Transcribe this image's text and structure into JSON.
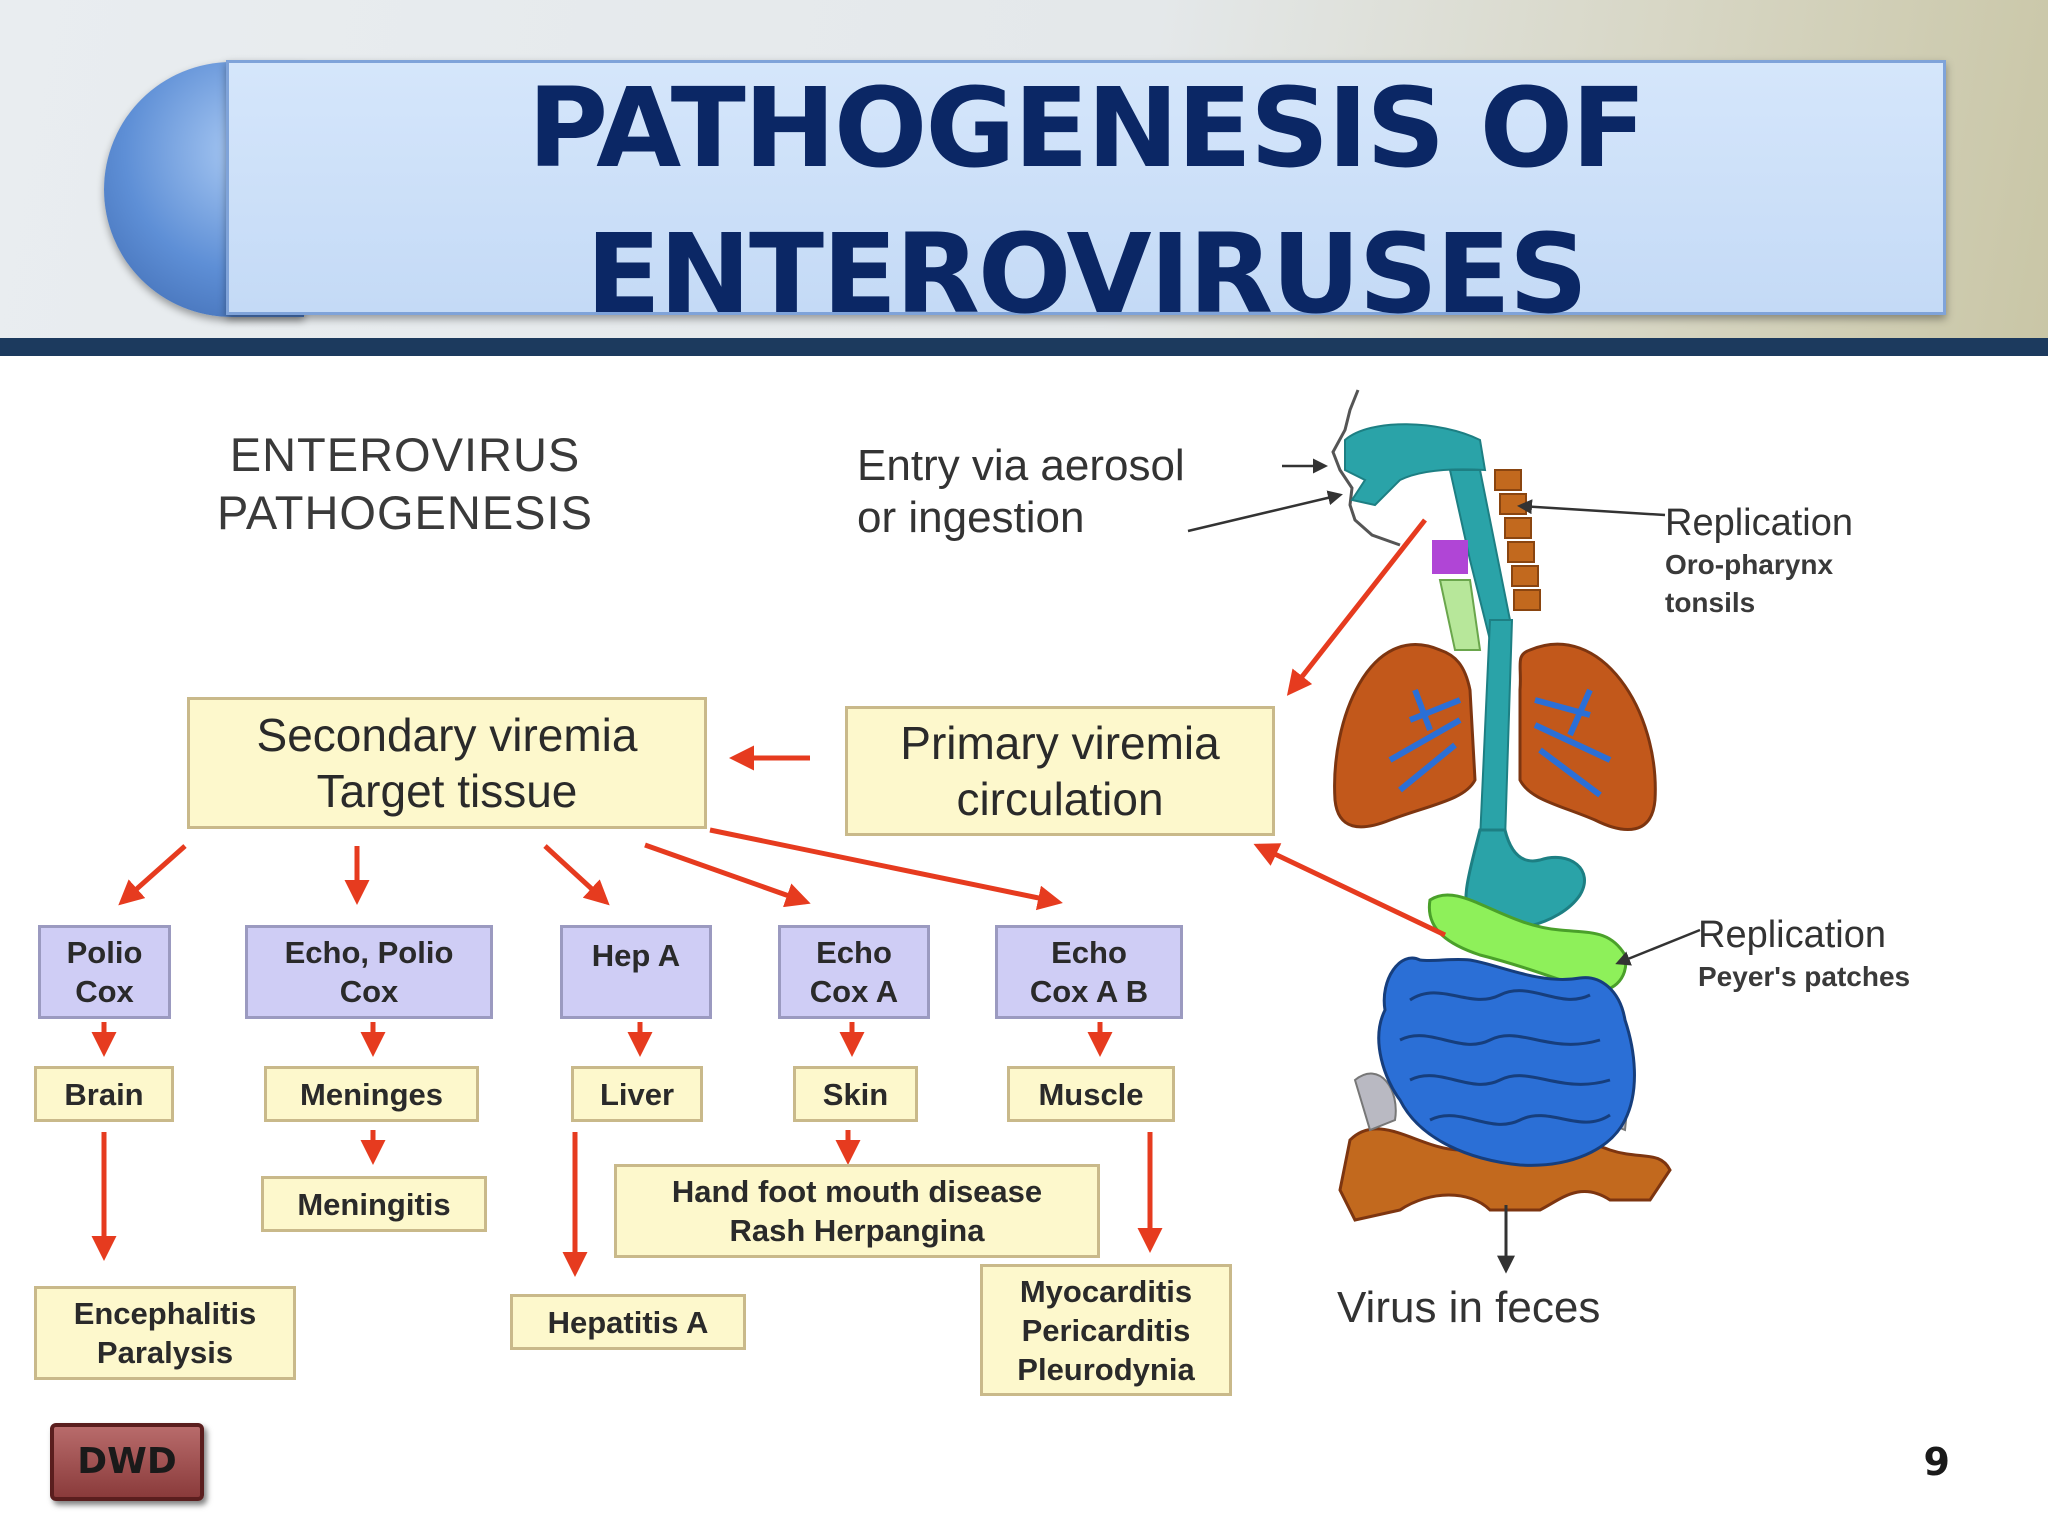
{
  "slide": {
    "title_line1": "PATHOGENESIS OF",
    "title_line2": "ENTEROVIRUSES",
    "badge": "DWD",
    "page_number": "9"
  },
  "diagram": {
    "heading_line1": "ENTEROVIRUS",
    "heading_line2": "PATHOGENESIS",
    "entry_line1": "Entry via aerosol",
    "entry_line2": "or ingestion",
    "replication1_title": "Replication",
    "replication1_line1": "Oro-pharynx",
    "replication1_line2": "tonsils",
    "replication2_title": "Replication",
    "replication2_sub": "Peyer's patches",
    "feces": "Virus in feces",
    "secondary_line1": "Secondary viremia",
    "secondary_line2": "Target tissue",
    "primary_line1": "Primary viremia",
    "primary_line2": "circulation",
    "viruses": [
      {
        "line1": "Polio",
        "line2": "Cox"
      },
      {
        "line1": "Echo, Polio",
        "line2": "Cox"
      },
      {
        "line1": "Hep A",
        "line2": ""
      },
      {
        "line1": "Echo",
        "line2": "Cox A"
      },
      {
        "line1": "Echo",
        "line2": "Cox A B"
      }
    ],
    "tissues": [
      "Brain",
      "Meninges",
      "Liver",
      "Skin",
      "Muscle"
    ],
    "meningitis": "Meningitis",
    "hfmd_line1": "Hand foot mouth disease",
    "hfmd_line2": "Rash Herpangina",
    "encephalitis_line1": "Encephalitis",
    "encephalitis_line2": "Paralysis",
    "hepatitis": "Hepatitis A",
    "cardiac_line1": "Myocarditis",
    "cardiac_line2": "Pericarditis",
    "cardiac_line3": "Pleurodynia"
  },
  "colors": {
    "title_text": "#0b2765",
    "header_rule": "#1c3a5e",
    "arrow_red": "#e63b1f",
    "box_yellow": "#fdf8cc",
    "box_lavender": "#cfcdf5",
    "tract_teal": "#2aa3a8",
    "intestine_blue": "#2b6fd6",
    "lung_brown": "#c2581b",
    "peyers_green": "#8ef05a"
  }
}
